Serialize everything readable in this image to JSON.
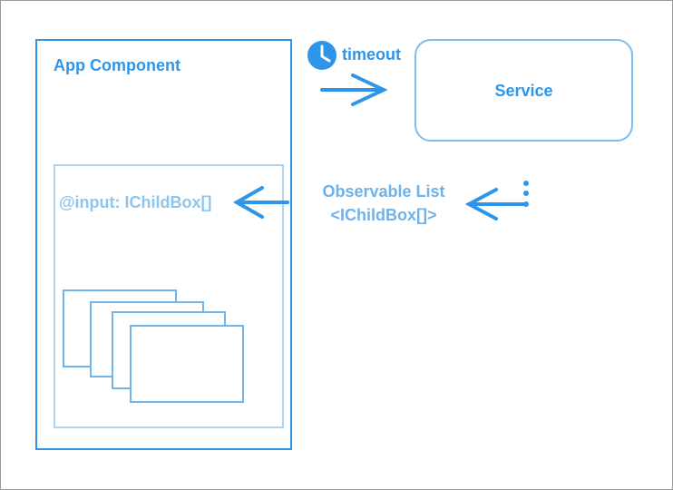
{
  "app_component": {
    "title": "App Component"
  },
  "child_container": {
    "input_label": "@input: IChildBox[]"
  },
  "service": {
    "label": "Service"
  },
  "timer": {
    "label": "timeout",
    "icon": "clock-icon"
  },
  "observable": {
    "line1": "Observable List",
    "line2": "<IChildBox[]>"
  },
  "colors": {
    "primary": "#2f95e8",
    "light": "#8ec5ef",
    "faint": "#a9d4f3"
  }
}
